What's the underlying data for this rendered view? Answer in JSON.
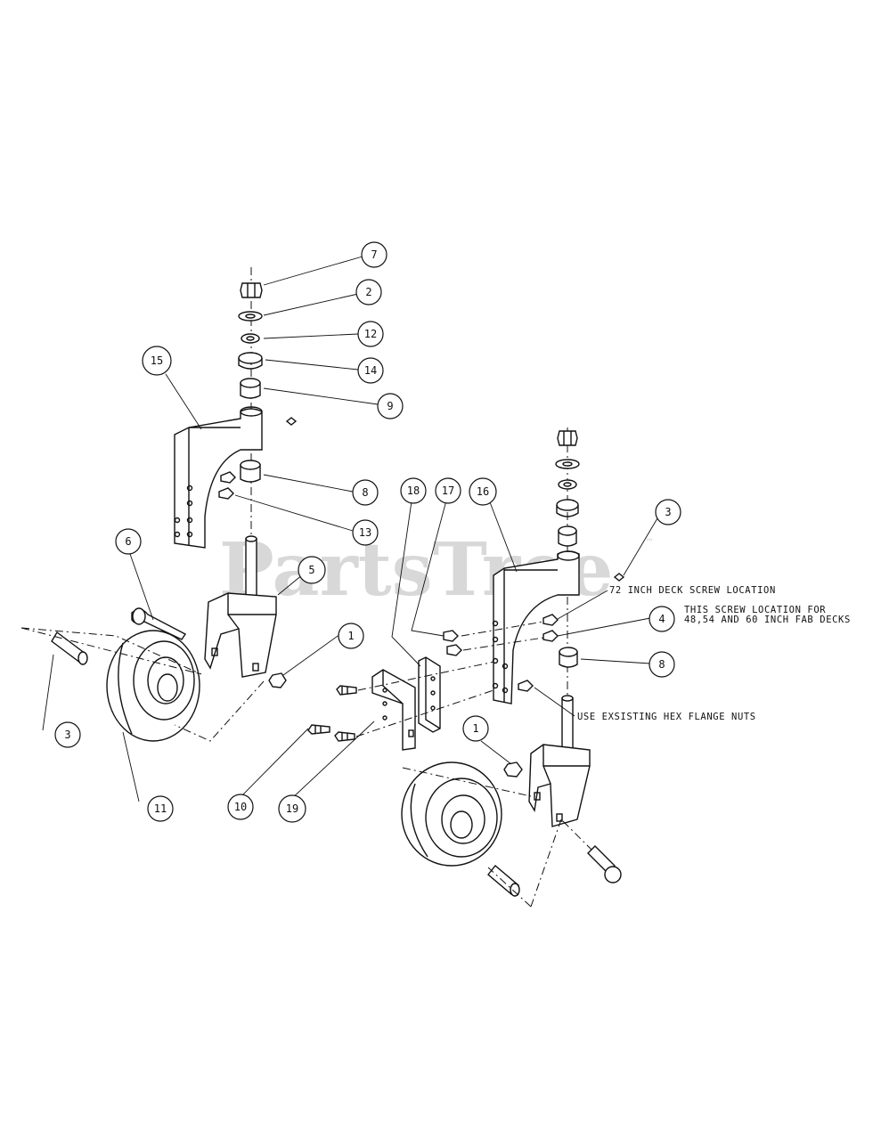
{
  "watermark": {
    "text": "PartsTree",
    "trademark": "™"
  },
  "callouts": [
    {
      "id": "c7",
      "label": "7"
    },
    {
      "id": "c2",
      "label": "2"
    },
    {
      "id": "c12",
      "label": "12"
    },
    {
      "id": "c14",
      "label": "14"
    },
    {
      "id": "c9",
      "label": "9"
    },
    {
      "id": "c15",
      "label": "15"
    },
    {
      "id": "c8a",
      "label": "8"
    },
    {
      "id": "c13",
      "label": "13"
    },
    {
      "id": "c6",
      "label": "6"
    },
    {
      "id": "c5",
      "label": "5"
    },
    {
      "id": "c1a",
      "label": "1"
    },
    {
      "id": "c3a",
      "label": "3"
    },
    {
      "id": "c11",
      "label": "11"
    },
    {
      "id": "c10",
      "label": "10"
    },
    {
      "id": "c19",
      "label": "19"
    },
    {
      "id": "c18",
      "label": "18"
    },
    {
      "id": "c17",
      "label": "17"
    },
    {
      "id": "c16",
      "label": "16"
    },
    {
      "id": "c3b",
      "label": "3"
    },
    {
      "id": "c4",
      "label": "4"
    },
    {
      "id": "c8b",
      "label": "8"
    },
    {
      "id": "c1b",
      "label": "1"
    }
  ],
  "notes": {
    "deck72": "72 INCH DECK SCREW LOCATION",
    "screw_loc_1": "THIS SCREW  LOCATION FOR",
    "screw_loc_2": "48,54 AND 60 INCH FAB DECKS",
    "hex_nuts": "USE EXSISTING HEX FLANGE NUTS"
  }
}
